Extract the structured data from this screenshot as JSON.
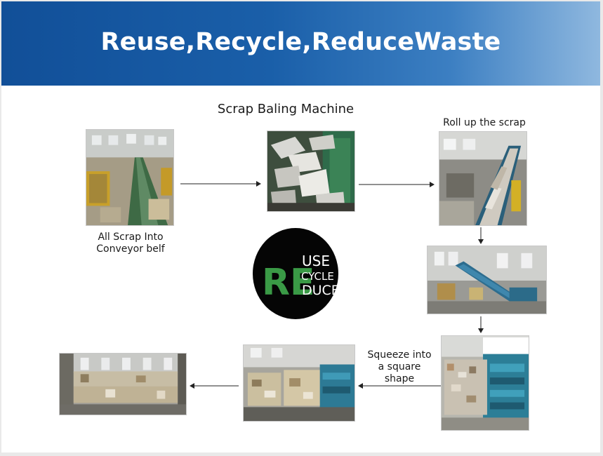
{
  "title": "Reuse,Recycle,ReduceWaste",
  "diagram_title": "Scrap Baling Machine",
  "captions": {
    "conveyor": "All Scrap Into\nConveyor belf",
    "roll_up": "Roll up the scrap",
    "squeeze": "Squeeze into\na square\nshape"
  },
  "logo": {
    "big_letters": "RE",
    "lines": [
      "USE",
      "CYCLE",
      "DUCE"
    ]
  },
  "colors": {
    "banner": "#1a5fa9",
    "logo_green": "#3a9a46",
    "logo_bg": "#050505",
    "arrow": "#222222"
  },
  "images": [
    "conveyor-belt-photo",
    "shredded-scrap-photo",
    "roll-up-scrap-photo",
    "baler-conveyor-photo",
    "baler-press-photo",
    "squeezed-bales-photo",
    "stacked-bales-photo"
  ]
}
